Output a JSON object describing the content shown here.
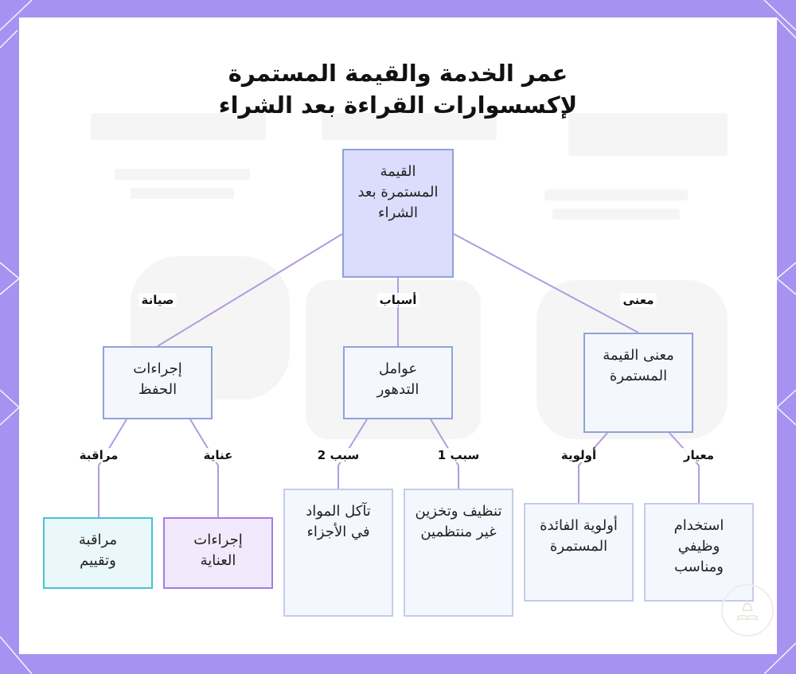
{
  "title": {
    "line1": "عمر الخدمة والقيمة المستمرة",
    "line2": "لإكسسوارات القراءة بعد الشراء"
  },
  "nodes": {
    "root": "القيمة المستمرة بعد الشراء",
    "preservation": "إجراءات الحفظ",
    "deterioration": "عوامل التدهور",
    "meaning": "معنى القيمة المستمرة",
    "monitoring": "مراقبة وتقييم",
    "care": "إجراءات العناية",
    "wear": "تآكل المواد في الأجزاء",
    "cleaning": "تنظيف وتخزين غير منتظمين",
    "benefit": "أولوية الفائدة المستمرة",
    "functional": "استخدام وظيفي ومناسب"
  },
  "edges": {
    "maintenance": "صيانة",
    "causes": "أسباب",
    "meaning": "معنى",
    "monitoring": "مراقبة",
    "care": "عناية",
    "cause2": "سبب 2",
    "cause1": "سبب 1",
    "priority": "أولوية",
    "criterion": "معيار"
  },
  "colors": {
    "frame": "#a693f1",
    "edge": "#b39ae0",
    "root_fill": "#dcdcfc",
    "default_fill": "#f5f7ff",
    "default_border": "#8ea3d8",
    "monitoring_fill": "#eaf8fb",
    "monitoring_border": "#46c4d6",
    "care_fill": "#f2eafc",
    "care_border": "#a67be0",
    "leaf_border": "#c4cce8"
  },
  "icons": {
    "badge": "book-lamp-icon"
  }
}
